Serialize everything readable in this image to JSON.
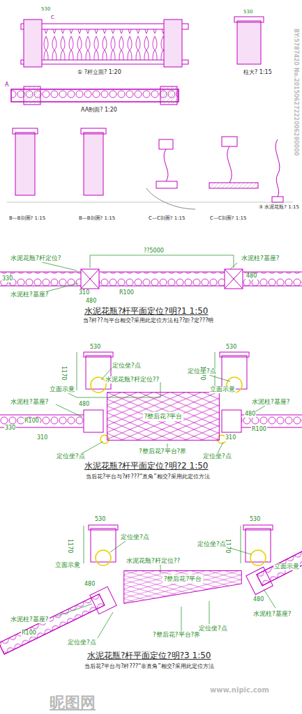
{
  "diagram": {
    "nodes": [
      {
        "text": [
          "?整后花?平台"
        ]
      },
      {
        "text": [
          "?整后花?平台"
        ]
      }
    ],
    "labels": [
      "530",
      "C",
      "①  ?杆立面? 1:20",
      "530",
      "柱大? 1:15",
      "A",
      "AA剖面? 1:20",
      "B—B剖面? 1:15",
      "B—B剖面? 1:15",
      "C—C剖面? 1:15",
      "C—C剖面? 1:15",
      "③ 水泥花瓶? 1:15",
      "水泥花瓶?杆定位?",
      "水泥柱?基座?",
      "??5000",
      "330",
      "480",
      "310",
      "R100",
      "水泥柱?基座?",
      "480",
      "水泥花瓶?杆平面定位?明?1  1:50",
      "当?杆??与平台相交?采用此定位方法",
      "柱??距?定???明",
      "530",
      "530",
      "1170",
      "1170",
      "定位坐?点",
      "定位坐?点",
      "立面示意",
      "立面示意",
      "水泥花瓶?杆定位??",
      "水泥柱?基座?",
      "水泥柱?基座?",
      "480",
      "R100",
      "R100",
      "330",
      "310",
      "310",
      "480",
      "定位坐?点",
      "定位坐?点",
      "?整后花?平台?界",
      "水泥花瓶?杆平面定位?明?2  1:50",
      "当后花?平台与?杆???“直角”相交?采用此定位方法",
      "530",
      "530",
      "1170",
      "1170",
      "定位坐?点",
      "定位坐?点",
      "立面示意",
      "立面示意",
      "水泥花瓶?杆定位??",
      "480",
      "水泥柱?基座?",
      "水泥柱?基座?",
      "R100",
      "480",
      "定位坐?点",
      "?整后花?平台?界",
      "定位坐?点",
      "水泥花瓶?杆平面定位?明?3  1:50",
      "当后花?平台与?杆???“非直角”相交?采用此定位方法",
      "昵图网",
      "www.nipic.com",
      "BY:5787420 No.20150627222006290000"
    ]
  }
}
